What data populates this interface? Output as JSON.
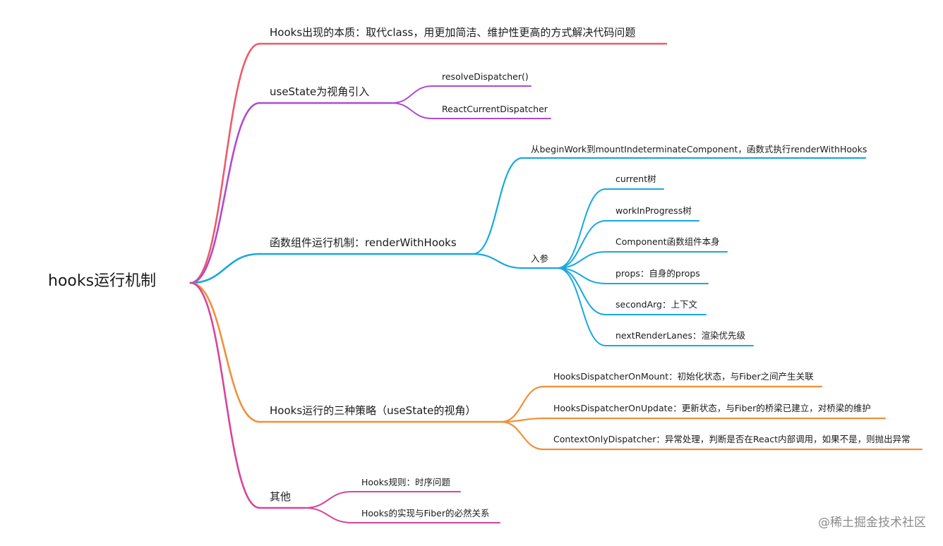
{
  "root": "hooks运行机制",
  "colors": {
    "branch1": "#ee5a6a",
    "branch2": "#b04ad0",
    "branch3": "#18a8e0",
    "branch4": "#f0903a",
    "branch5": "#d8449a"
  },
  "branches": [
    {
      "id": "b1",
      "label": "Hooks出现的本质：取代class，用更加简洁、维护性更高的方式解决代码问题",
      "children": []
    },
    {
      "id": "b2",
      "label": "useState为视角引入",
      "children": [
        {
          "label": "resolveDispatcher()"
        },
        {
          "label": "ReactCurrentDispatcher"
        }
      ]
    },
    {
      "id": "b3",
      "label": "函数组件运行机制：renderWithHooks",
      "children": [
        {
          "label": "从beginWork到mountIndeterminateComponent，函数式执行renderWithHooks"
        },
        {
          "label": "入参",
          "children": [
            {
              "label": "current树"
            },
            {
              "label": "workInProgress树"
            },
            {
              "label": "Component函数组件本身"
            },
            {
              "label": "props：自身的props"
            },
            {
              "label": "secondArg：上下文"
            },
            {
              "label": "nextRenderLanes：渲染优先级"
            }
          ]
        }
      ]
    },
    {
      "id": "b4",
      "label": "Hooks运行的三种策略（useState的视角）",
      "children": [
        {
          "label": "HooksDispatcherOnMount：初始化状态，与Fiber之间产生关联"
        },
        {
          "label": "HooksDispatcherOnUpdate：更新状态，与Fiber的桥梁已建立，对桥梁的维护"
        },
        {
          "label": "ContextOnlyDispatcher：异常处理，判断是否在React内部调用，如果不是，则抛出异常"
        }
      ]
    },
    {
      "id": "b5",
      "label": "其他",
      "children": [
        {
          "label": "Hooks规则：时序问题"
        },
        {
          "label": "Hooks的实现与Fiber的必然关系"
        }
      ]
    }
  ],
  "watermark": "@稀土掘金技术社区"
}
